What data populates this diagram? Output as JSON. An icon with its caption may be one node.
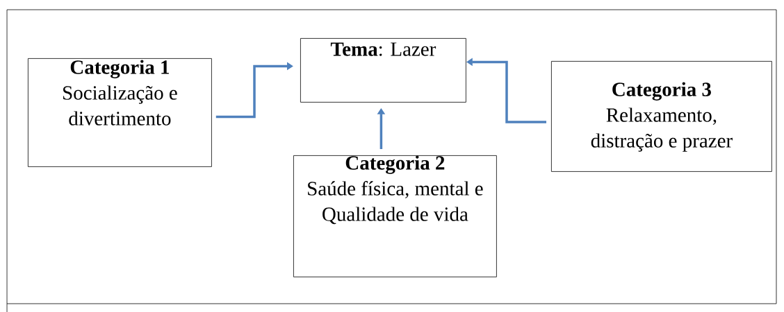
{
  "diagram": {
    "nodes": [
      {
        "text": [
          "**Tema**: Lazer"
        ]
      },
      {
        "text": [
          "Categoria 1",
          "Socialização e divertimento"
        ]
      },
      {
        "text": [
          "Categoria 2",
          "Saúde física, mental e Qualidade de vida"
        ]
      },
      {
        "text": [
          "Categoria 3",
          "Relaxamento, distração e prazer"
        ]
      }
    ],
    "edges": [
      {
        "from": 1,
        "to": 0,
        "arrow": "to"
      },
      {
        "from": 2,
        "to": 0,
        "arrow": "to"
      },
      {
        "from": 3,
        "to": 0,
        "arrow": "to"
      }
    ]
  }
}
